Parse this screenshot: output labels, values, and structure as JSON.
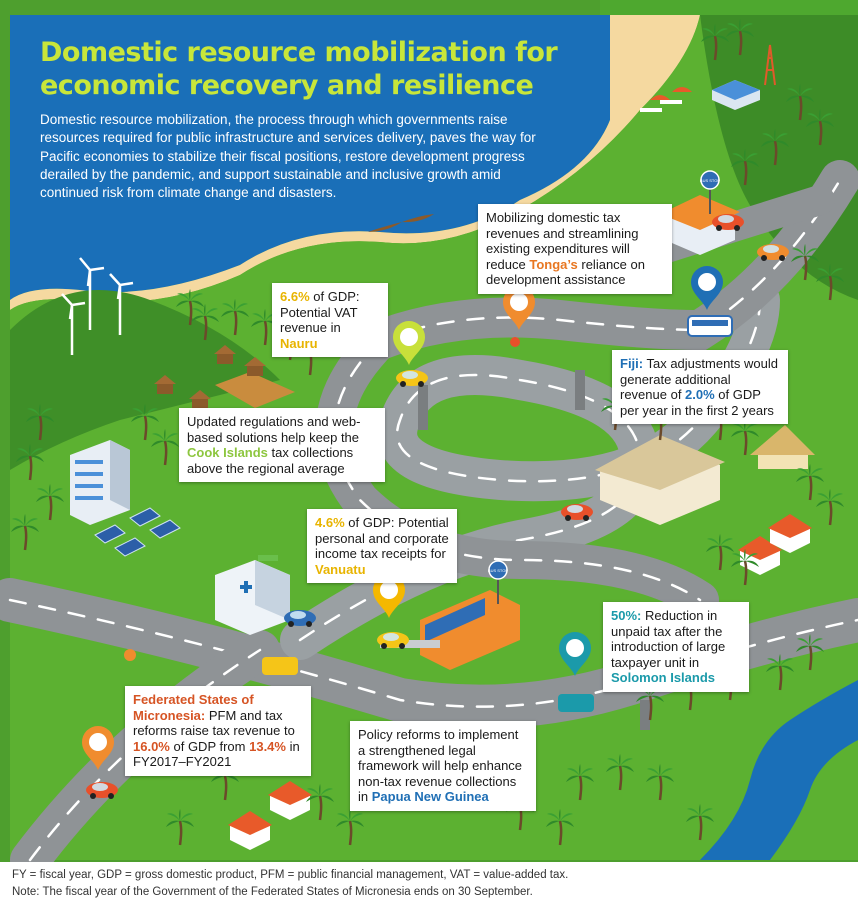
{
  "title_line1": "Domestic resource mobilization for",
  "title_line2": "economic recovery and resilience",
  "intro": "Domestic resource mobilization, the process through which governments raise resources required for public infrastructure and services delivery, paves the way for Pacific economies to stabilize their fiscal positions, restore development progress derailed by the pandemic, and support sustainable and inclusive growth amid continued risk from climate change and disasters.",
  "callouts": {
    "tonga": {
      "pre": "Mobilizing domestic tax revenues and streamlining existing expenditures will reduce ",
      "country": "Tonga’s",
      "post": " reliance on development assistance"
    },
    "nauru": {
      "value": "6.6%",
      "pre": " of GDP: Potential VAT revenue in ",
      "country": "Nauru"
    },
    "fiji": {
      "country": "Fiji:",
      "pre": " Tax adjustments would generate additional revenue of ",
      "value": "2.0%",
      "post": " of GDP per year in the first 2 years"
    },
    "cook": {
      "pre": "Updated regulations and web-based solutions help keep the ",
      "country": "Cook Islands",
      "post": " tax collections above the regional average"
    },
    "vanuatu": {
      "value": "4.6%",
      "pre": " of GDP: Potential personal and corporate income tax receipts for ",
      "country": "Vanuatu"
    },
    "solomon": {
      "value": "50%:",
      "pre": " Reduction in unpaid tax after the introduction of large taxpayer unit in ",
      "country": "Solomon Islands"
    },
    "micronesia": {
      "country": "Federated States of Micronesia:",
      "pre": " PFM and tax reforms raise tax revenue to ",
      "value1": "16.0%",
      "mid": " of GDP from ",
      "value2": "13.4%",
      "post": " in FY2017–FY2021"
    },
    "png": {
      "pre": "Policy reforms to implement a strengthened legal framework will help enhance non-tax revenue collections in ",
      "country": "Papua New Guinea"
    }
  },
  "bus_stop_label": "BUS STOP",
  "footer": {
    "line1": "FY = fiscal year, GDP = gross domestic product, PFM = public financial management, VAT = value-added tax.",
    "line2": "Note: The fiscal year of the Government of the Federated States of Micronesia ends on 30 September."
  },
  "colors": {
    "title": "#c8e63a",
    "sea": "#1a6fb8",
    "grass": "#5cb131",
    "road": "#8f9396",
    "highlight_orange": "#e87722",
    "highlight_green": "#8dc63f",
    "highlight_blue": "#1f6fb5",
    "highlight_teal": "#1b9aaa",
    "highlight_yellow": "#e8b400"
  },
  "icons": [
    "palm-tree-icon",
    "wind-turbine-icon",
    "hut-icon",
    "car-icon",
    "bus-icon",
    "bus-stop-icon",
    "map-pin-icon",
    "solar-panel-icon",
    "hospital-icon",
    "radio-tower-icon",
    "motorbike-icon",
    "canoe-icon"
  ]
}
